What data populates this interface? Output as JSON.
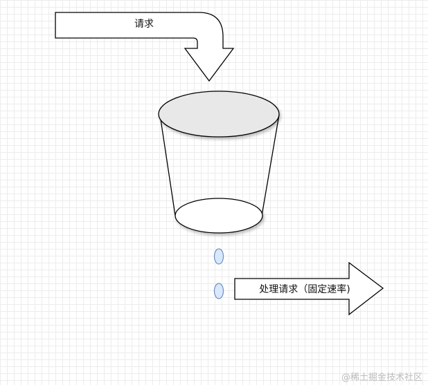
{
  "diagram": {
    "request_label": "请求",
    "process_label": "处理请求（固定速率)",
    "watermark": "@稀土掘金技术社区"
  },
  "colors": {
    "outline": "#000000",
    "bucket_top_fill": "#e8e8e8",
    "drop_fill": "#dae8fc",
    "drop_stroke": "#6c8ebf",
    "grid": "#ececec"
  }
}
